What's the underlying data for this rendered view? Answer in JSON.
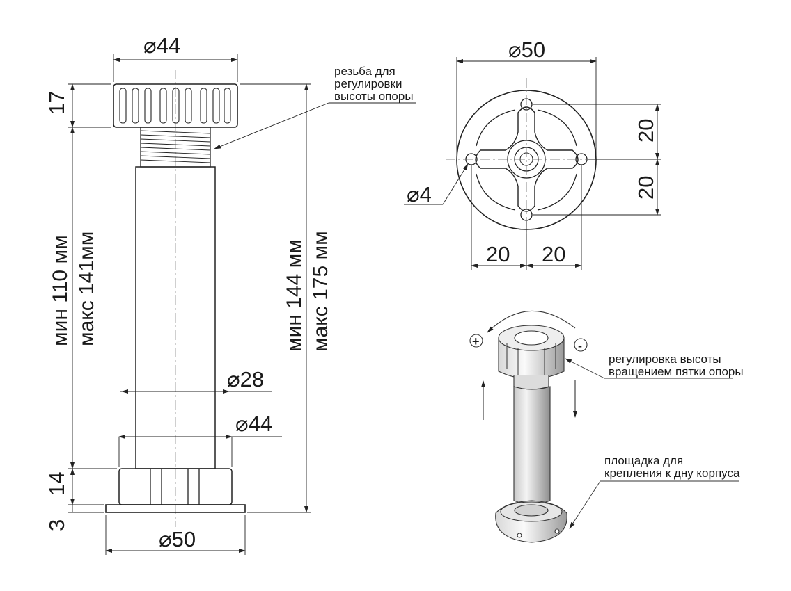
{
  "front_view": {
    "top_diameter": "⌀44",
    "height_top": "17",
    "thread_note_line1": "резьба для",
    "thread_note_line2": "регулировки",
    "thread_note_line3": "высоты опоры",
    "tube_diameter": "⌀28",
    "base_diameter_upper": "⌀44",
    "base_height": "14",
    "plate_height": "3",
    "bottom_diameter": "⌀50",
    "left_range_line1": "мин 110 мм",
    "left_range_line2": "макс 141мм",
    "right_range_line1": "мин 144 мм",
    "right_range_line2": "макс 175 мм"
  },
  "top_view": {
    "outer_diameter": "⌀50",
    "hole_diameter": "⌀4",
    "dim_right_upper": "20",
    "dim_right_lower": "20",
    "dim_bottom_left": "20",
    "dim_bottom_right": "20"
  },
  "iso_view": {
    "plus_sign": "+",
    "minus_sign": "-",
    "adjust_note_line1": "регулировка высоты",
    "adjust_note_line2": "вращением пятки опоры",
    "plate_note_line1": "площадка для",
    "plate_note_line2": "крепления к дну корпуса"
  }
}
